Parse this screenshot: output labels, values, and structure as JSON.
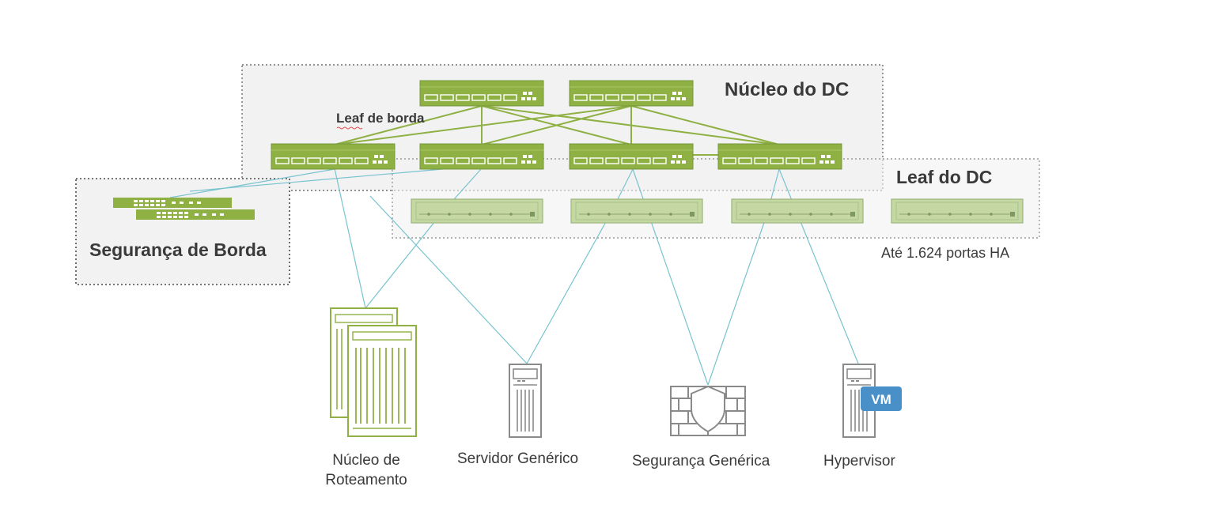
{
  "labels": {
    "core_dc": "Núcleo do DC",
    "leaf_dc": "Leaf do DC",
    "border_leaf": "Leaf de borda",
    "border_security": "Segurança de Borda",
    "ports": "Até 1.624 portas HA",
    "core_routing_line1": "Núcleo de",
    "core_routing_line2": "Roteamento",
    "generic_server": "Servidor Genérico",
    "generic_security": "Segurança Genérica",
    "hypervisor": "Hypervisor",
    "vm": "VM"
  },
  "colors": {
    "switch_green": "#8fb043",
    "leaf_light_green": "#c5d8a4",
    "core_link": "#8fb043",
    "access_link": "#79c3cf",
    "device_gray": "#8a8a8a",
    "vm_blue": "#4a90c8"
  }
}
